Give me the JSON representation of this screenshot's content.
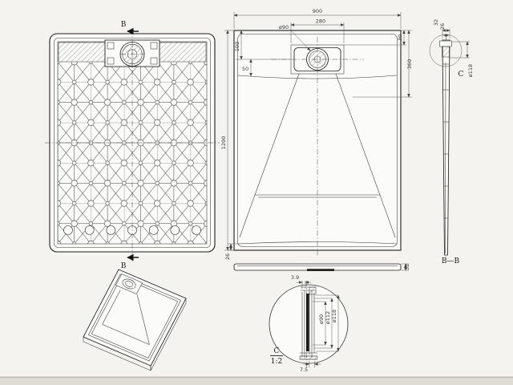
{
  "views": {
    "bottom": {
      "marker_top": "B",
      "marker_bottom": "B"
    },
    "plan": {
      "width": "900",
      "drain_width": "280",
      "drain_dia": "ø90",
      "offset_top": "30",
      "d100": "100",
      "d50": "50",
      "d360": "360",
      "length": "1200",
      "rim": "26"
    },
    "profile": {
      "thickness": "32"
    },
    "section": {
      "d32": "32",
      "d26": "26",
      "dia118": "ø118",
      "detail_marker": "C",
      "label": "B—B"
    },
    "detail": {
      "d39": "3.9",
      "dia90": "ø90",
      "dia112": "ø112",
      "dia118": "ø118",
      "d75": "7.5",
      "label": "C",
      "scale": "1:2"
    }
  }
}
